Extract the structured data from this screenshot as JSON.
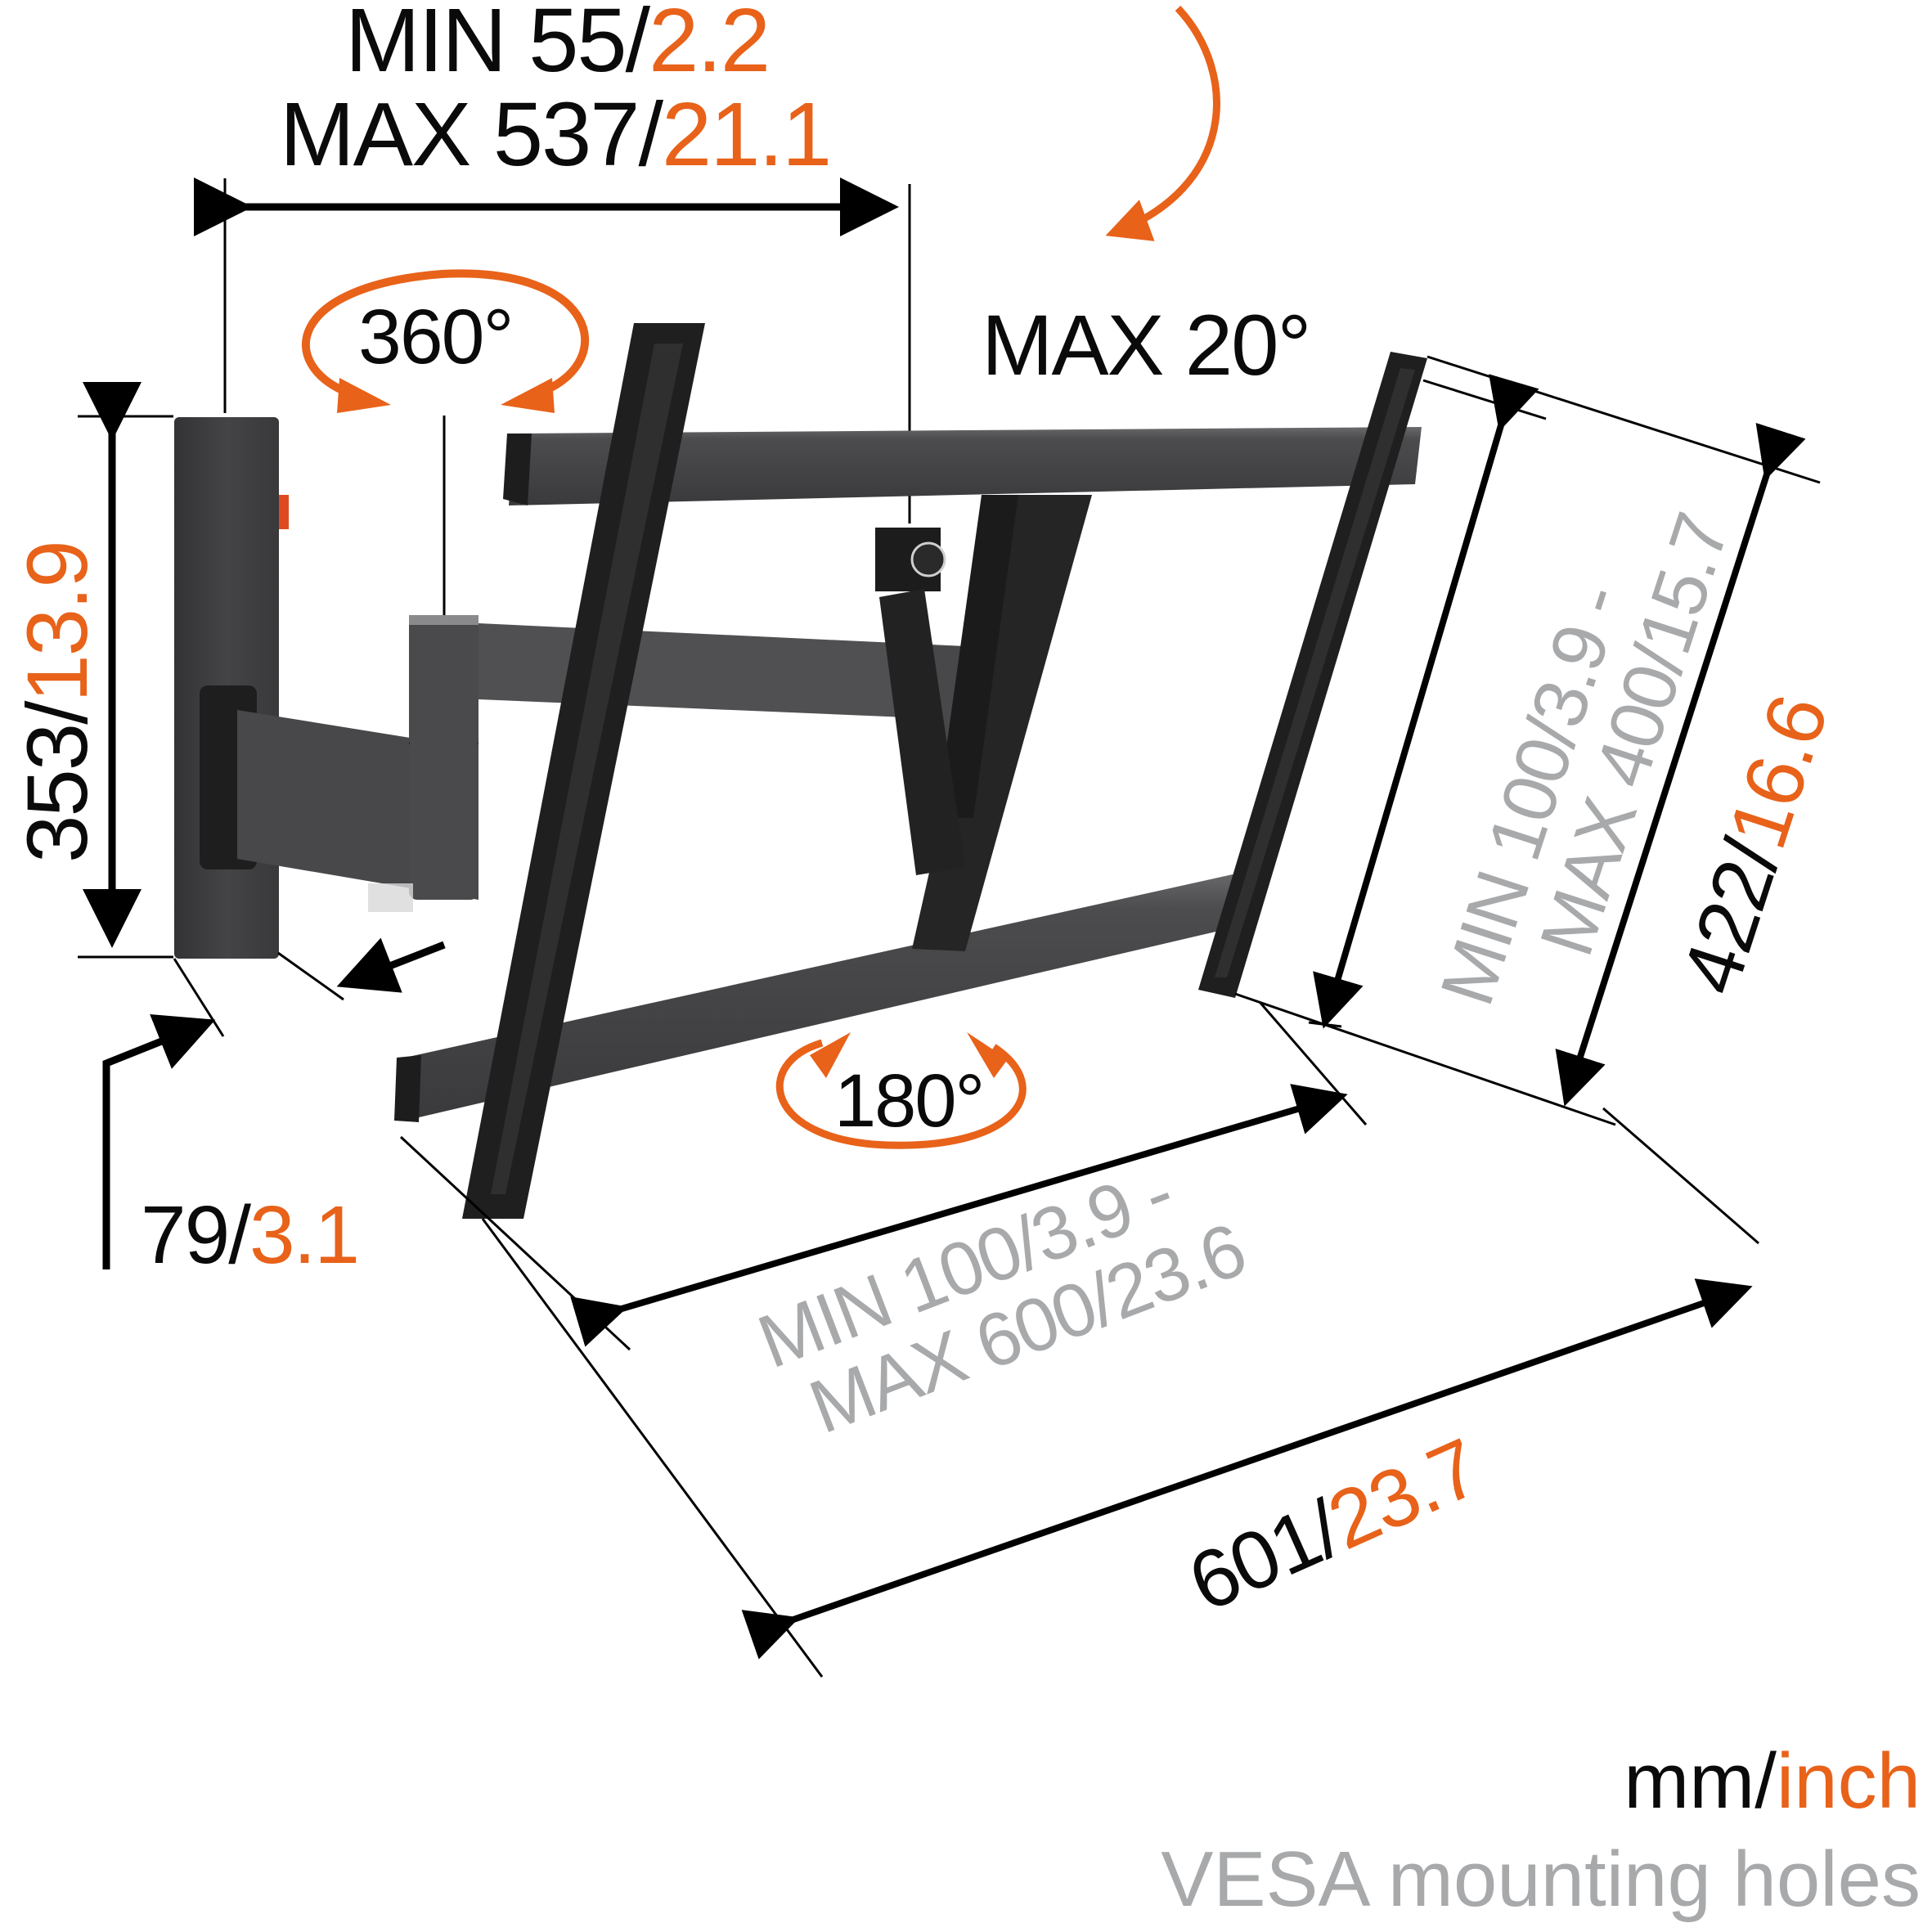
{
  "colors": {
    "text_primary": "#0a0a0a",
    "accent_inch": "#e8621a",
    "vesa_gray": "#a8a9ab",
    "metal_dark": "#2b2b2c",
    "metal_mid": "#4a4a4c",
    "metal_light": "#5e5e60",
    "background": "#ffffff"
  },
  "dimensions": {
    "extension": {
      "min_mm": "MIN 55/",
      "min_inch": "2.2",
      "max_mm": "MAX 537/",
      "max_inch": "21.1"
    },
    "wall_plate_height": {
      "mm": "353/",
      "inch": "13.9"
    },
    "wall_depth": {
      "mm": "79/",
      "inch": "3.1"
    },
    "vesa_vertical": {
      "line1": "MIN 100/3.9 -",
      "line2": "MAX 400/15.7"
    },
    "interface_height": {
      "mm": "422/",
      "inch": "16.6"
    },
    "vesa_horizontal": {
      "line1": "MIN 100/3.9 -",
      "line2": "MAX 600/23.6"
    },
    "interface_width": {
      "mm": "601/",
      "inch": "23.7"
    }
  },
  "rotations": {
    "swivel_arm": "360°",
    "tilt": "MAX 20°",
    "rotate_screen": "180°"
  },
  "legend": {
    "unit_mm": "mm/",
    "unit_inch": "inch",
    "vesa_note": "VESA mounting holes"
  },
  "icons": {
    "tilt_arrow": "curved-arrow-down-left",
    "swivel_arrows": "double-curved-arrow",
    "rotate_arrows": "double-curved-arrow",
    "dimension_arrows": "double-headed-arrow"
  }
}
